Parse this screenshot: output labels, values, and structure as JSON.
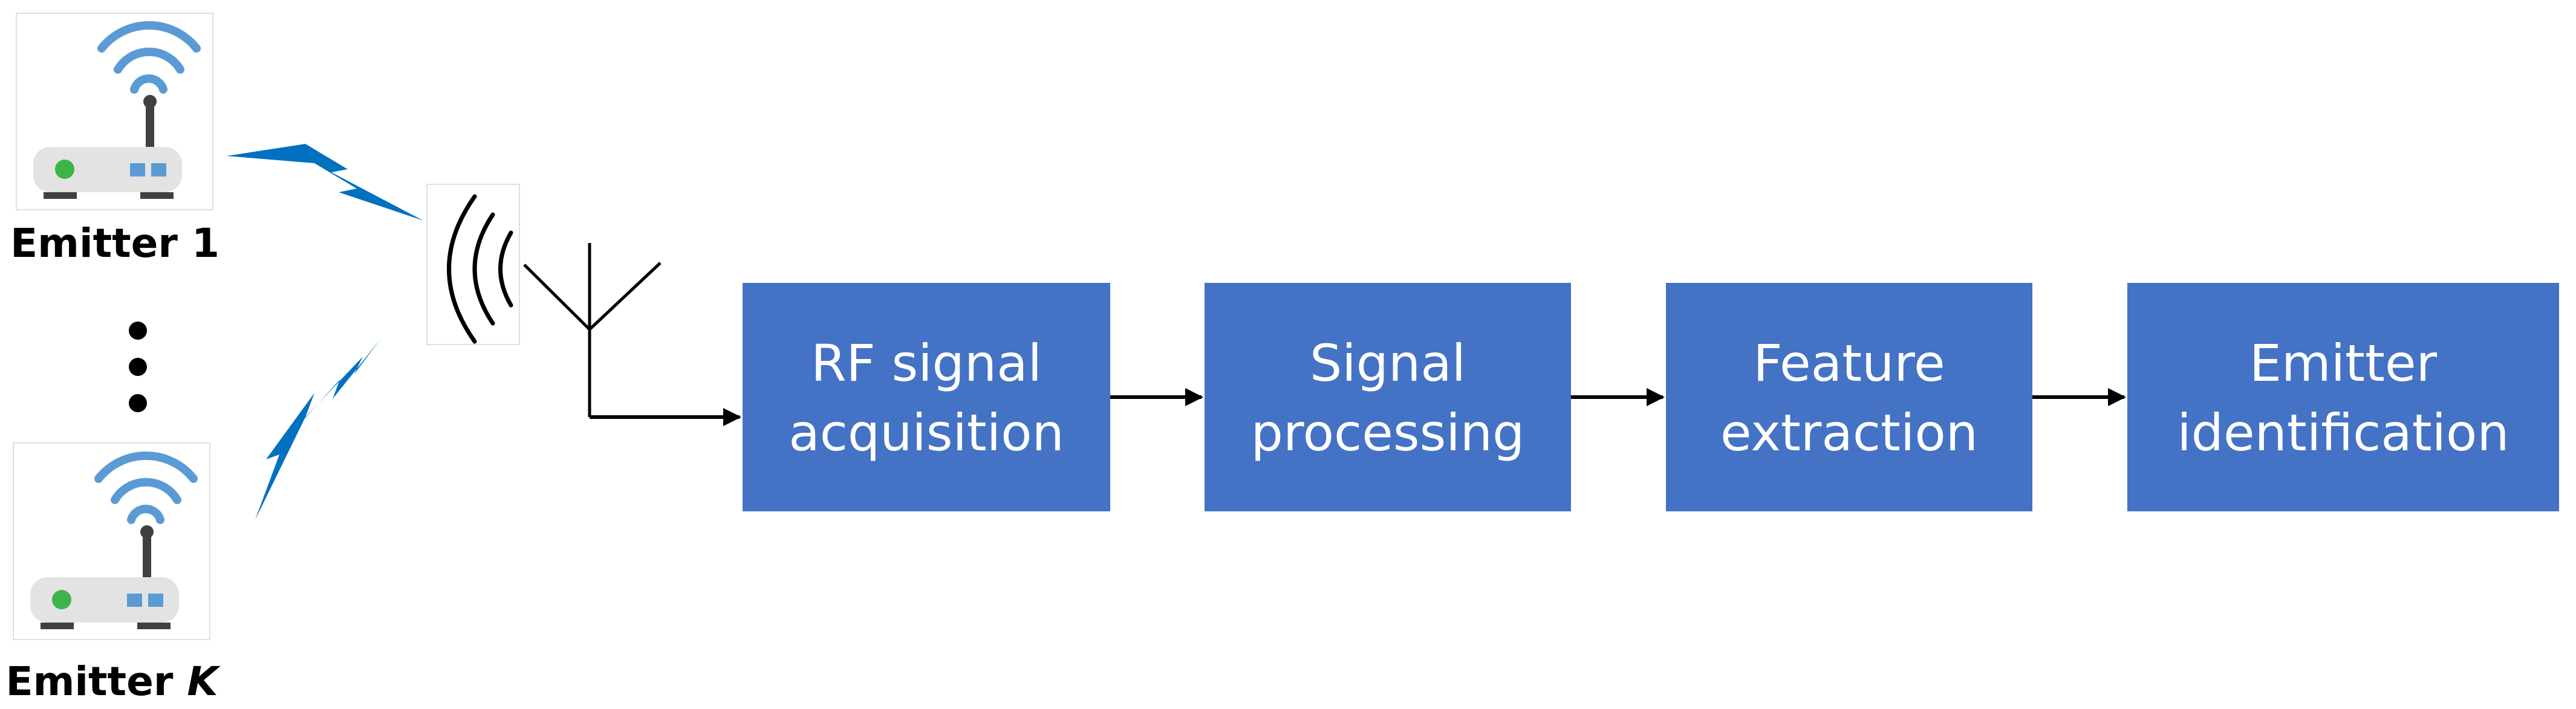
{
  "emitters": [
    {
      "label": "Emitter ",
      "index": "1"
    },
    {
      "label": "Emitter ",
      "index": "K"
    }
  ],
  "blocks": [
    {
      "line1": "RF signal",
      "line2": "acquisition"
    },
    {
      "line1": "Signal",
      "line2": "processing"
    },
    {
      "line1": "Feature",
      "line2": "extraction"
    },
    {
      "line1": "Emitter",
      "line2": "identification"
    }
  ],
  "colors": {
    "block": "#4472C4",
    "block_text": "#FFFFFF",
    "lightning": "#0070C0",
    "wifi": "#5B9BD5",
    "router_body": "#E3E3E3",
    "router_dark": "#404040",
    "led_green": "#3CB44A",
    "port_blue": "#5B9BD5",
    "line": "#000000"
  },
  "icons": {
    "router": "wifi-router-icon",
    "lightning": "lightning-bolt-icon",
    "antenna": "antenna-icon",
    "ellipsis": "vertical-ellipsis-icon"
  }
}
